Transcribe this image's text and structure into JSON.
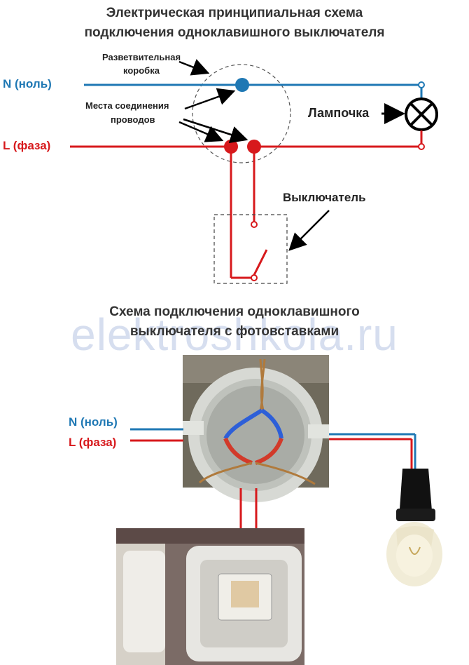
{
  "top": {
    "title_line1": "Электрическая принципиальная схема",
    "title_line2": "подключения одноклавишного выключателя",
    "neutral_label": "N (ноль)",
    "phase_label": "L (фаза)",
    "junction_box_line1": "Разветвительная",
    "junction_box_line2": "коробка",
    "connection_points_line1": "Места соединения",
    "connection_points_line2": "проводов",
    "lamp_label": "Лампочка",
    "switch_label": "Выключатель"
  },
  "bottom": {
    "title_line1": "Схема подключения одноклавишного",
    "title_line2": "выключателя с фотовставками",
    "neutral_label": "N (ноль)",
    "phase_label": "L (фаза)"
  },
  "watermark": "elektroshkola.ru",
  "colors": {
    "neutral": "#1f78b4",
    "phase": "#d7191c",
    "text": "#222222"
  }
}
